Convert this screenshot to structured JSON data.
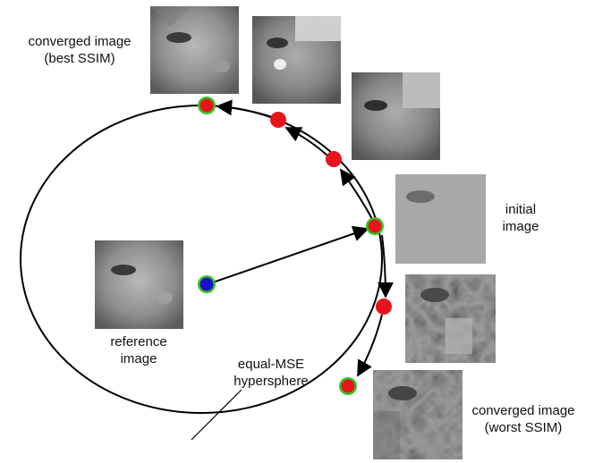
{
  "labels": {
    "best": {
      "line1": "converged image",
      "line2": "(best SSIM)"
    },
    "initial": {
      "line1": "initial",
      "line2": "image"
    },
    "reference": {
      "line1": "reference",
      "line2": "image"
    },
    "sphere": {
      "line1": "equal-MSE",
      "line2": "hypersphere"
    },
    "worst": {
      "line1": "converged image",
      "line2": "(worst SSIM)"
    }
  },
  "colors": {
    "circle": "#000000",
    "point_fill": "#e8141b",
    "ring_green": "#35c423",
    "center_fill": "#1a10c8",
    "arrow": "#000000"
  },
  "images": [
    {
      "name": "best-ssim-converged",
      "texture": "clean"
    },
    {
      "name": "intermediate-1",
      "texture": "speckled"
    },
    {
      "name": "intermediate-2",
      "texture": "noisy"
    },
    {
      "name": "initial",
      "texture": "heavy-noise"
    },
    {
      "name": "worst-intermediate",
      "texture": "structured"
    },
    {
      "name": "worst-ssim-converged",
      "texture": "blocky"
    },
    {
      "name": "reference",
      "texture": "clean"
    }
  ]
}
